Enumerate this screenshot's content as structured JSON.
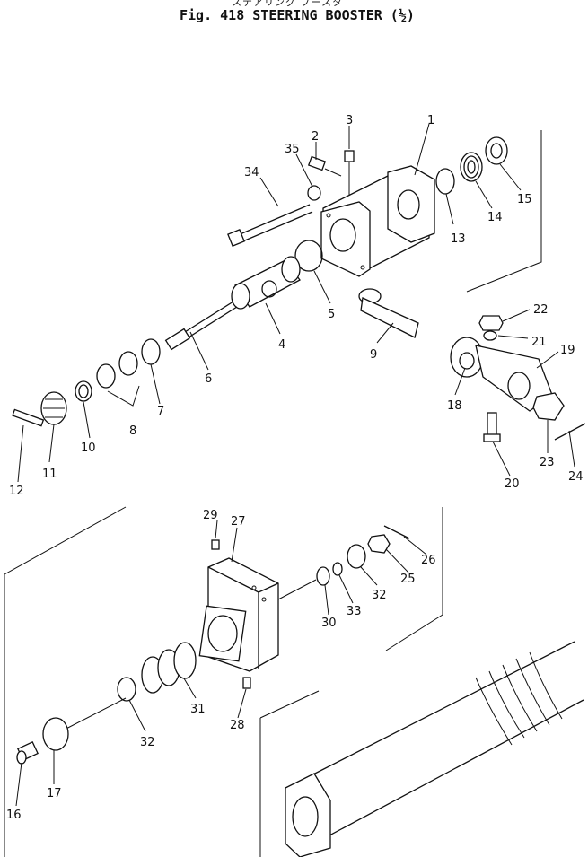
{
  "header": {
    "japanese_title": "ステアリング ブースタ",
    "figure_title": "Fig. 418   STEERING BOOSTER (½)"
  },
  "callouts": {
    "c1": "1",
    "c2": "2",
    "c3": "3",
    "c4": "4",
    "c5": "5",
    "c6": "6",
    "c7": "7",
    "c8": "8",
    "c9": "9",
    "c10": "10",
    "c11": "11",
    "c12": "12",
    "c13": "13",
    "c14": "14",
    "c15": "15",
    "c16": "16",
    "c17": "17",
    "c18": "18",
    "c19": "19",
    "c20": "20",
    "c21": "21",
    "c22": "22",
    "c23": "23",
    "c24": "24",
    "c25": "25",
    "c26": "26",
    "c27": "27",
    "c28": "28",
    "c29": "29",
    "c30": "30",
    "c31": "31",
    "c32a": "32",
    "c32b": "32",
    "c33": "33",
    "c34": "34",
    "c35": "35"
  }
}
